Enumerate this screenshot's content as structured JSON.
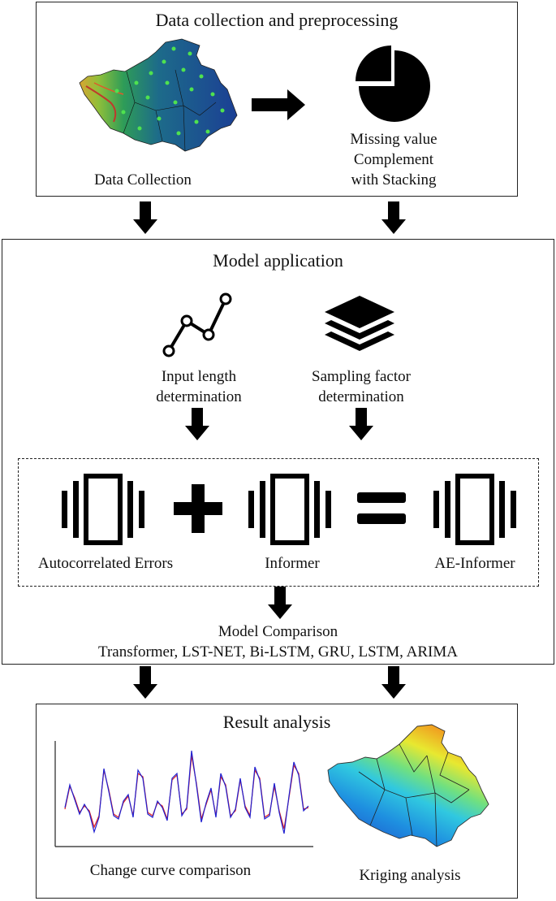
{
  "section1": {
    "title": "Data  collection and preprocessing",
    "data_collection_label": "Data Collection",
    "missing_value_lines": [
      "Missing value",
      "Complement",
      "with Stacking"
    ]
  },
  "section2": {
    "title": "Model application",
    "input_length_lines": [
      "Input length",
      "determination"
    ],
    "sampling_factor_lines": [
      "Sampling factor",
      "determination"
    ],
    "autocorrelated_label": "Autocorrelated Errors",
    "informer_label": "Informer",
    "ae_informer_label": "AE-Informer",
    "comparison_title": "Model Comparison",
    "comparison_models": "Transformer, LST-NET, Bi-LSTM, GRU, LSTM, ARIMA"
  },
  "section3": {
    "title": "Result analysis",
    "curve_label": "Change curve comparison",
    "kriging_label": "Kriging analysis"
  },
  "colors": {
    "border": "#222222",
    "arrow": "#000000",
    "curve_red": "#e02020",
    "curve_blue": "#2020d0",
    "map_low": "#1e6fd9",
    "map_high": "#e84a10"
  }
}
